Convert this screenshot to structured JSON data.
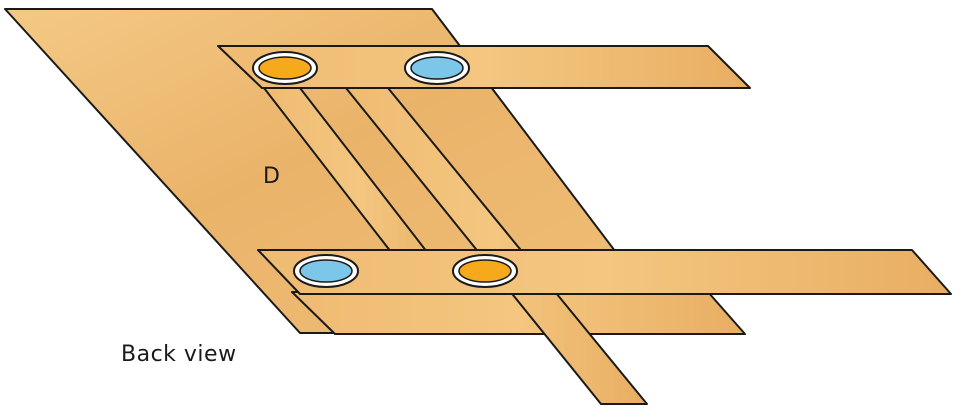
{
  "diagram": {
    "shape_label": "D",
    "view_label": "Back view"
  },
  "colors": {
    "wood_light": "#f2c47e",
    "wood_dark": "#e3a85c",
    "outline": "#1a1a1a",
    "fastener_orange": "#f7a91c",
    "fastener_blue": "#7cc6ea",
    "fastener_ring": "#ffffff"
  },
  "fasteners": [
    {
      "name": "top-left-fastener",
      "color": "orange"
    },
    {
      "name": "top-right-fastener",
      "color": "blue"
    },
    {
      "name": "bottom-left-fastener",
      "color": "blue"
    },
    {
      "name": "bottom-right-fastener",
      "color": "orange"
    }
  ]
}
